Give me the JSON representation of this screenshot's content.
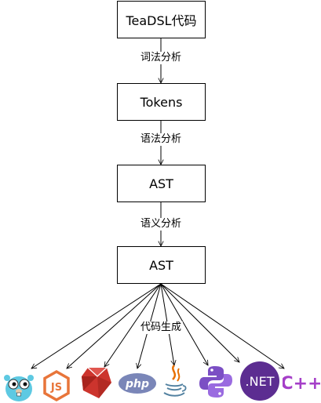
{
  "nodes": {
    "source": "TeaDSL代码",
    "tokens": "Tokens",
    "ast1": "AST",
    "ast2": "AST"
  },
  "edges": {
    "lexical": "词法分析",
    "syntax": "语法分析",
    "semantic": "语义分析",
    "codegen": "代码生成"
  },
  "targets": [
    {
      "icon": "go-gopher-icon",
      "color": "#5DC9E2"
    },
    {
      "icon": "nodejs-icon",
      "color": "#E8753A"
    },
    {
      "icon": "ruby-icon",
      "color": "#CC342D"
    },
    {
      "icon": "php-icon",
      "color": "#7A86B8"
    },
    {
      "icon": "java-icon",
      "color": "#E76F00"
    },
    {
      "icon": "python-icon",
      "color": "#7B4FC4"
    },
    {
      "icon": "dotnet-icon",
      "color": "#5C2D91",
      "text": ".NET"
    },
    {
      "icon": "cpp-icon",
      "color": "#A53FC8",
      "text": "C++"
    }
  ]
}
